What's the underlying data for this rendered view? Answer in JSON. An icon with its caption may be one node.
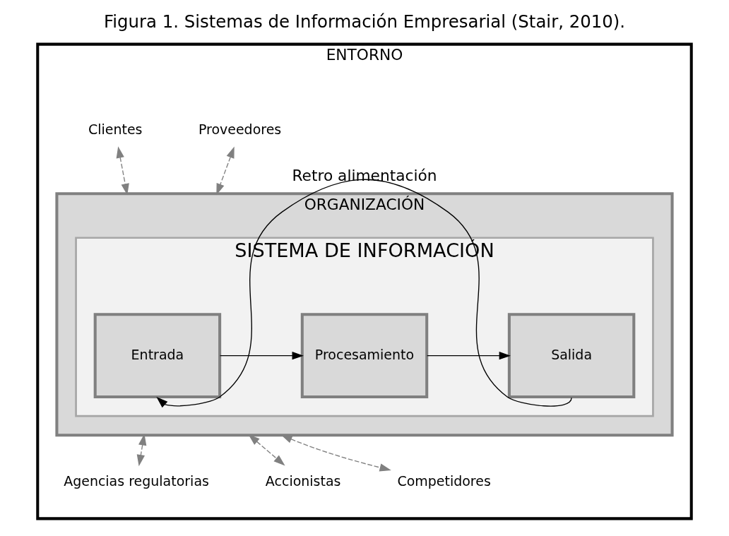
{
  "diagram": {
    "title": "Figura 1. Sistemas de Información Empresarial (Stair, 2010).",
    "nodes": [
      {
        "text": [
          "ENTORNO"
        ]
      },
      {
        "text": [
          "ORGANIZACIÓN"
        ],
        "in": 0
      },
      {
        "text": [
          "SISTEMA DE INFORMACIÓN"
        ],
        "in": 1
      },
      {
        "text": [
          "Entrada"
        ],
        "in": 2
      },
      {
        "text": [
          "Procesamiento"
        ],
        "in": 2
      },
      {
        "text": [
          "Salida"
        ],
        "in": 2
      },
      {
        "text": [
          "Proveedores"
        ],
        "in": 0
      },
      {
        "text": [
          "Clientes"
        ],
        "in": 0
      },
      {
        "text": [
          "Agencias regulatorias"
        ],
        "in": 0
      },
      {
        "text": [
          "Accionistas"
        ],
        "in": 0
      },
      {
        "text": [
          "Competidores"
        ],
        "in": 0
      }
    ],
    "edges": [
      {
        "from": 3,
        "to": 4,
        "arrow": "to",
        "color": "#000000"
      },
      {
        "from": 4,
        "to": 5,
        "arrow": "to",
        "color": "#000000"
      },
      {
        "from": 5,
        "to": 3,
        "arrow": "to",
        "label": "Retro alimentación",
        "color": "#000000"
      },
      {
        "from": 6,
        "to": 1,
        "arrow": "both",
        "style": "dashed",
        "color": "#808080"
      },
      {
        "from": 7,
        "to": 1,
        "arrow": "both",
        "style": "dashed",
        "color": "#808080"
      },
      {
        "from": 1,
        "to": 8,
        "arrow": "both",
        "style": "dashed",
        "color": "#808080"
      },
      {
        "from": 1,
        "to": 9,
        "arrow": "both",
        "style": "dashed",
        "color": "#808080"
      },
      {
        "from": 1,
        "to": 10,
        "arrow": "both",
        "style": "dashed",
        "color": "#808080"
      }
    ]
  }
}
